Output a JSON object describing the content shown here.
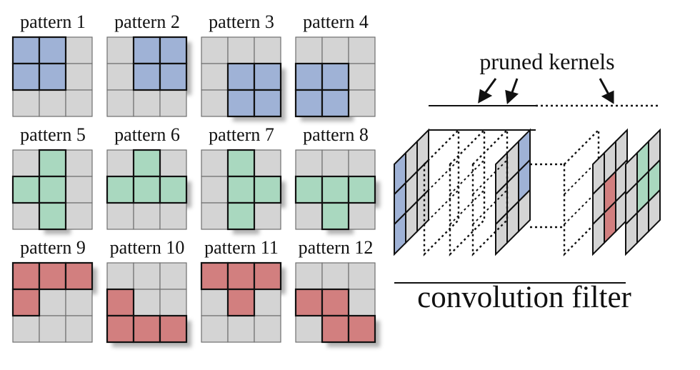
{
  "colors": {
    "cell_gray": "#d4d4d4",
    "blue": "#9fb2d6",
    "green": "#a9d8bf",
    "red": "#d27f7f",
    "line": "#111111",
    "shadow": "#9a9a9a"
  },
  "patterns": [
    {
      "label": "pattern 1",
      "color": "blue",
      "cells": [
        [
          0,
          0
        ],
        [
          0,
          1
        ],
        [
          1,
          0
        ],
        [
          1,
          1
        ]
      ]
    },
    {
      "label": "pattern 2",
      "color": "blue",
      "cells": [
        [
          0,
          1
        ],
        [
          0,
          2
        ],
        [
          1,
          1
        ],
        [
          1,
          2
        ]
      ]
    },
    {
      "label": "pattern 3",
      "color": "blue",
      "cells": [
        [
          1,
          1
        ],
        [
          1,
          2
        ],
        [
          2,
          1
        ],
        [
          2,
          2
        ]
      ]
    },
    {
      "label": "pattern 4",
      "color": "blue",
      "cells": [
        [
          1,
          0
        ],
        [
          1,
          1
        ],
        [
          2,
          0
        ],
        [
          2,
          1
        ]
      ]
    },
    {
      "label": "pattern 5",
      "color": "green",
      "cells": [
        [
          0,
          1
        ],
        [
          1,
          0
        ],
        [
          1,
          1
        ],
        [
          2,
          1
        ]
      ]
    },
    {
      "label": "pattern 6",
      "color": "green",
      "cells": [
        [
          0,
          1
        ],
        [
          1,
          0
        ],
        [
          1,
          1
        ],
        [
          1,
          2
        ]
      ]
    },
    {
      "label": "pattern 7",
      "color": "green",
      "cells": [
        [
          0,
          1
        ],
        [
          1,
          1
        ],
        [
          1,
          2
        ],
        [
          2,
          1
        ]
      ]
    },
    {
      "label": "pattern 8",
      "color": "green",
      "cells": [
        [
          1,
          0
        ],
        [
          1,
          1
        ],
        [
          1,
          2
        ],
        [
          2,
          1
        ]
      ]
    },
    {
      "label": "pattern 9",
      "color": "red",
      "cells": [
        [
          0,
          0
        ],
        [
          0,
          1
        ],
        [
          0,
          2
        ],
        [
          1,
          0
        ]
      ]
    },
    {
      "label": "pattern 10",
      "color": "red",
      "cells": [
        [
          1,
          0
        ],
        [
          2,
          0
        ],
        [
          2,
          1
        ],
        [
          2,
          2
        ]
      ]
    },
    {
      "label": "pattern 11",
      "color": "red",
      "cells": [
        [
          0,
          0
        ],
        [
          0,
          1
        ],
        [
          0,
          2
        ],
        [
          1,
          1
        ]
      ]
    },
    {
      "label": "pattern 12",
      "color": "red",
      "cells": [
        [
          1,
          0
        ],
        [
          1,
          1
        ],
        [
          2,
          1
        ],
        [
          2,
          2
        ]
      ]
    }
  ],
  "filter": {
    "pruned_label": "pruned kernels",
    "caption": "convolution filter",
    "front_kernel": {
      "color": "blue",
      "cells": [
        [
          0,
          0
        ],
        [
          1,
          0
        ],
        [
          2,
          0
        ]
      ]
    },
    "second_kernel": {
      "color": "blue",
      "cells": [
        [
          0,
          2
        ],
        [
          1,
          2
        ]
      ]
    },
    "red_kernel": {
      "color": "red",
      "cells": [
        [
          1,
          1
        ],
        [
          2,
          1
        ]
      ]
    },
    "green_kernel": {
      "color": "green",
      "cells": [
        [
          0,
          1
        ],
        [
          1,
          1
        ],
        [
          1,
          2
        ]
      ]
    }
  }
}
